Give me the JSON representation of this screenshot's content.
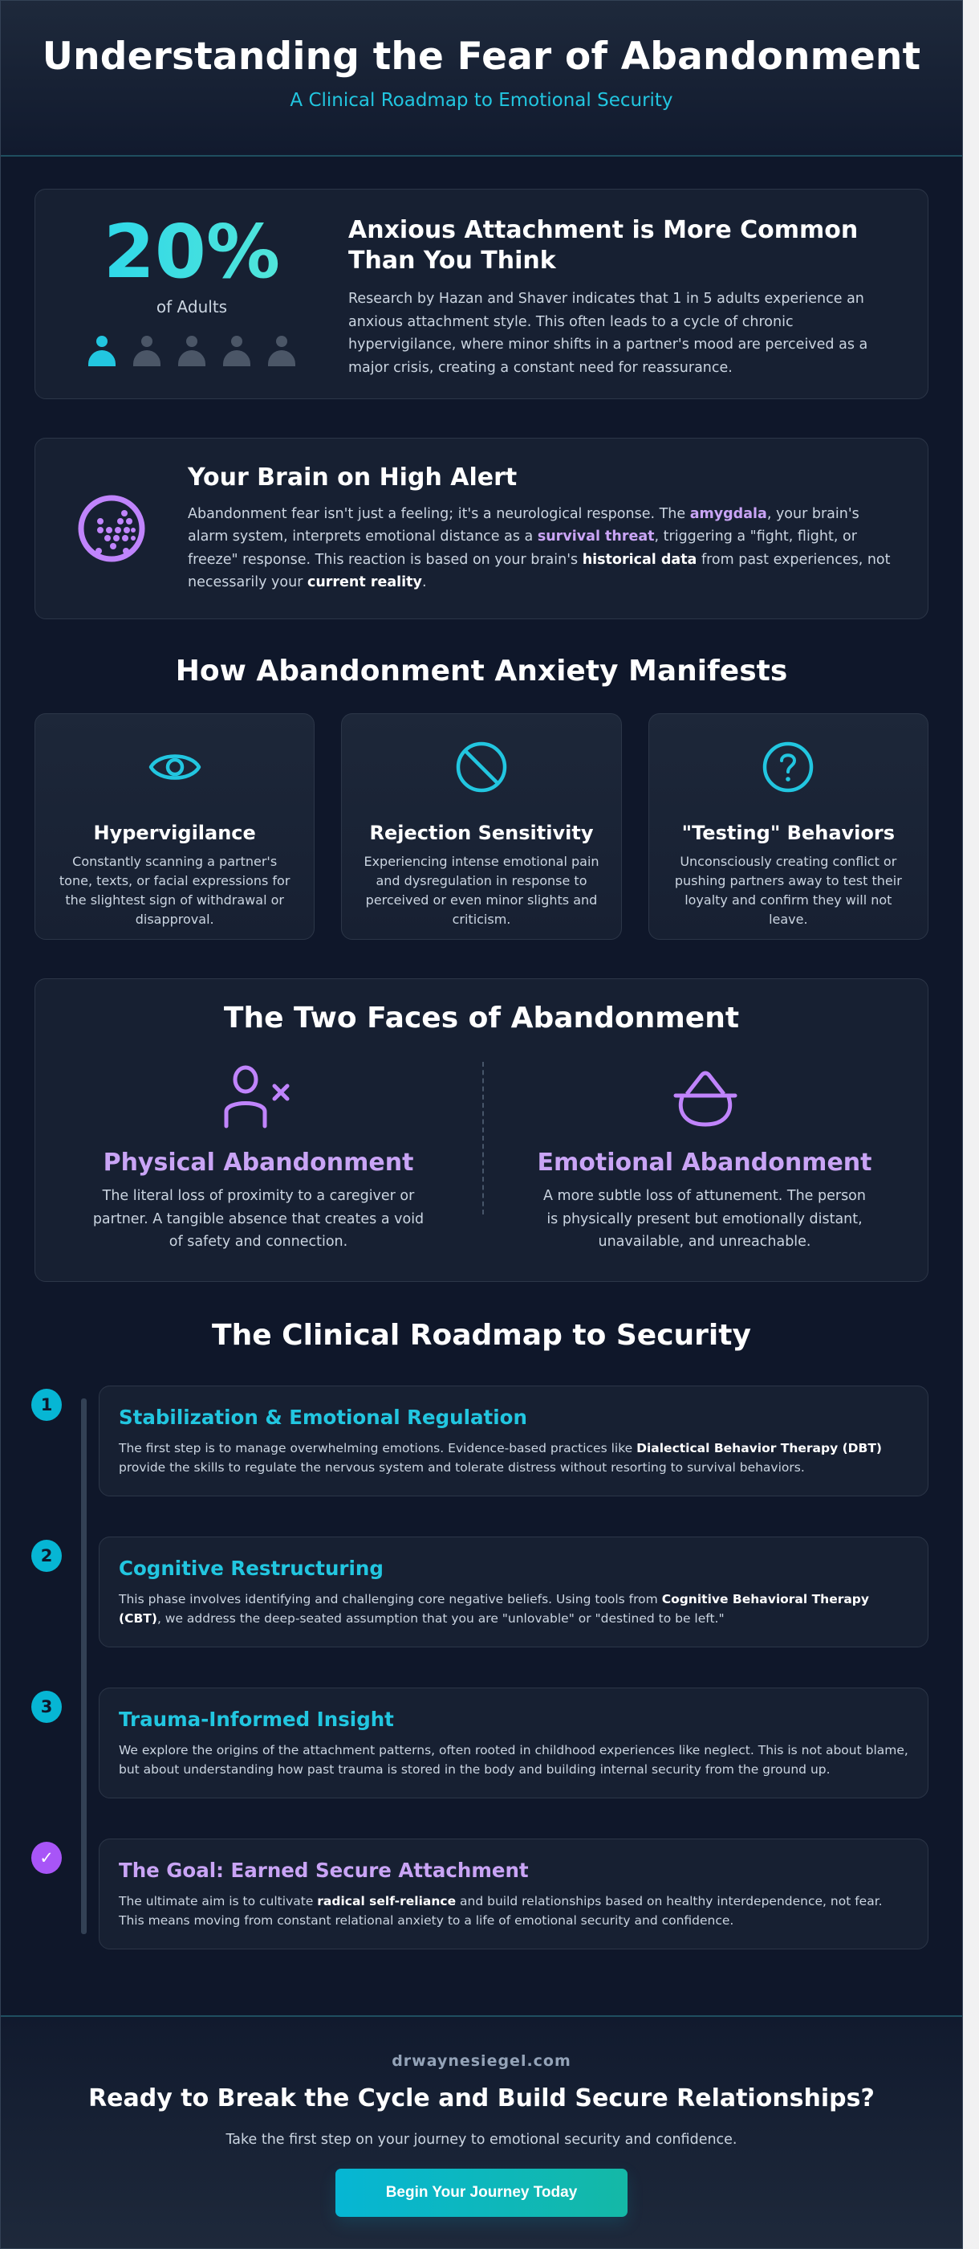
{
  "header": {
    "title": "Understanding the Fear of Abandonment",
    "subtitle": "A Clinical Roadmap to Emotional Security"
  },
  "stat": {
    "value": "20%",
    "label": "of Adults",
    "icons": [
      "person-highlighted",
      "person",
      "person",
      "person",
      "person"
    ],
    "heading": "Anxious Attachment is More Common Than You Think",
    "body": "Research by Hazan and Shaver indicates that 1 in 5 adults experience an anxious attachment style. This often leads to a cycle of chronic hypervigilance, where minor shifts in a partner's mood are perceived as a major crisis, creating a constant need for reassurance."
  },
  "brain": {
    "icon": "brain-icon",
    "heading": "Your Brain on High Alert",
    "body_parts": [
      "Abandonment fear isn't just a feeling; it's a neurological response. The ",
      "amygdala",
      ", your brain's alarm system, interprets emotional distance as a ",
      "survival threat",
      ", triggering a \"fight, flight, or freeze\" response. This reaction is based on your brain's ",
      "historical data",
      " from past experiences, not necessarily your ",
      "current reality",
      "."
    ]
  },
  "manifests": {
    "title": "How Abandonment Anxiety Manifests",
    "cards": [
      {
        "icon": "eye-icon",
        "title": "Hypervigilance",
        "body": "Constantly scanning a partner's tone, texts, or facial expressions for the slightest sign of withdrawal or disapproval."
      },
      {
        "icon": "prohibited-icon",
        "title": "Rejection Sensitivity",
        "body": "Experiencing intense emotional pain and dysregulation in response to perceived or even minor slights and criticism."
      },
      {
        "icon": "question-icon",
        "title": "\"Testing\" Behaviors",
        "body": "Unconsciously creating conflict or pushing partners away to test their loyalty and confirm they will not leave."
      }
    ]
  },
  "faces": {
    "title": "The Two Faces of Abandonment",
    "items": [
      {
        "icon": "user-remove-icon",
        "title": "Physical Abandonment",
        "body": "The literal loss of proximity to a caregiver or partner. A tangible absence that creates a void of safety and connection."
      },
      {
        "icon": "emotional-distance-icon",
        "title": "Emotional Abandonment",
        "body": "A more subtle loss of attunement. The person is physically present but emotionally distant, unavailable, and unreachable."
      }
    ]
  },
  "roadmap": {
    "title": "The Clinical Roadmap to Security",
    "steps": [
      {
        "marker": "1",
        "title": "Stabilization & Emotional Regulation",
        "body_pre": "The first step is to manage overwhelming emotions. Evidence-based practices like ",
        "body_bold": "Dialectical Behavior Therapy (DBT)",
        "body_post": " provide the skills to regulate the nervous system and tolerate distress without resorting to survival behaviors."
      },
      {
        "marker": "2",
        "title": "Cognitive Restructuring",
        "body_pre": "This phase involves identifying and challenging core negative beliefs. Using tools from ",
        "body_bold": "Cognitive Behavioral Therapy (CBT)",
        "body_post": ", we address the deep-seated assumption that you are \"unlovable\" or \"destined to be left.\""
      },
      {
        "marker": "3",
        "title": "Trauma-Informed Insight",
        "body_pre": "We explore the origins of the attachment patterns, often rooted in childhood experiences like neglect. This is not about blame, but about understanding how past trauma is stored in the body and building internal security from the ground up.",
        "body_bold": "",
        "body_post": ""
      },
      {
        "marker": "✓",
        "title": "The Goal: Earned Secure Attachment",
        "body_pre": "The ultimate aim is to cultivate ",
        "body_bold": "radical self-reliance",
        "body_post": " and build relationships based on healthy interdependence, not fear. This means moving from constant relational anxiety to a life of emotional security and confidence."
      }
    ]
  },
  "footer": {
    "site": "drwaynesiegel.com",
    "heading": "Ready to Break the Cycle and Build Secure Relationships?",
    "body": "Take the first step on your journey to emotional security and confidence.",
    "cta_label": "Begin Your Journey Today"
  },
  "colors": {
    "background": "#0f172a",
    "card": "#172032",
    "accent_cyan": "#22c6e0",
    "accent_purple": "#c9a4f5",
    "cta_gradient_start": "#06b6d4",
    "cta_gradient_end": "#14b8a6"
  }
}
